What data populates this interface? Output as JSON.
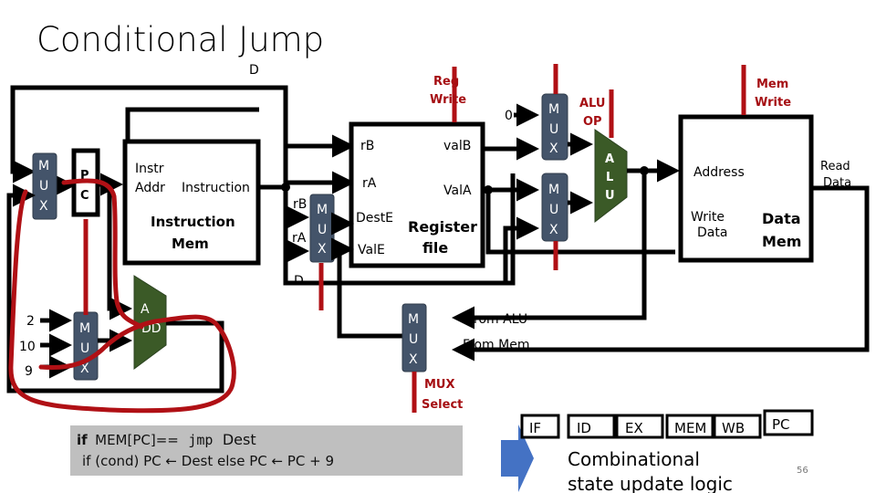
{
  "slide": {
    "title": "Conditional Jump",
    "page_number": "56"
  },
  "labels": {
    "d_top": "D",
    "d_mid": "D",
    "reg_write": [
      "Reg",
      "Write"
    ],
    "mem_write": [
      "Mem",
      "Write"
    ],
    "alu_op": [
      "ALU",
      "OP"
    ],
    "zero": "0",
    "mux_select": [
      "MUX",
      "Select"
    ],
    "from_alu": "From ALU",
    "from_mem": "From Mem",
    "pc_in": [
      "2",
      "10",
      "9"
    ]
  },
  "components": {
    "mux_letters": [
      "M",
      "U",
      "X"
    ],
    "pc": [
      "P",
      "C"
    ],
    "adder": [
      "A",
      "DD"
    ],
    "alu": [
      "A",
      "L",
      "U"
    ],
    "instr_mem": {
      "port_in": [
        "Instr",
        "Addr"
      ],
      "port_out": "Instruction",
      "name": [
        "Instruction",
        "Mem"
      ]
    },
    "register_file": {
      "in_rb": "rB",
      "in_ra": "rA",
      "in_deste": "DestE",
      "in_vale": "ValE",
      "out_valb": "valB",
      "out_vala": "ValA",
      "name": [
        "Register",
        "file"
      ],
      "mux_in_rb": "rB",
      "mux_in_ra": "rA"
    },
    "data_mem": {
      "address": "Address",
      "write_data": [
        "Write",
        "Data"
      ],
      "read_data": [
        "Read",
        "Data"
      ],
      "name": [
        "Data",
        "Mem"
      ]
    }
  },
  "code_box": {
    "line1_kw": "if",
    "line1_mid": "MEM[PC]==",
    "line1_mono": "jmp",
    "line1_end": "Dest",
    "line2": "if (cond) PC ← Dest else PC ← PC + 9"
  },
  "pipeline": {
    "stages": [
      "IF",
      "ID",
      "EX",
      "MEM",
      "WB",
      "PC"
    ],
    "caption": [
      "Combinational",
      "state update logic"
    ]
  },
  "colors": {
    "control_red": "#b01015",
    "mux_fill": "#44546a",
    "alu_fill": "#3b5a27",
    "arrow_blue": "#4472c4",
    "code_bg": "#bfbfbf"
  }
}
